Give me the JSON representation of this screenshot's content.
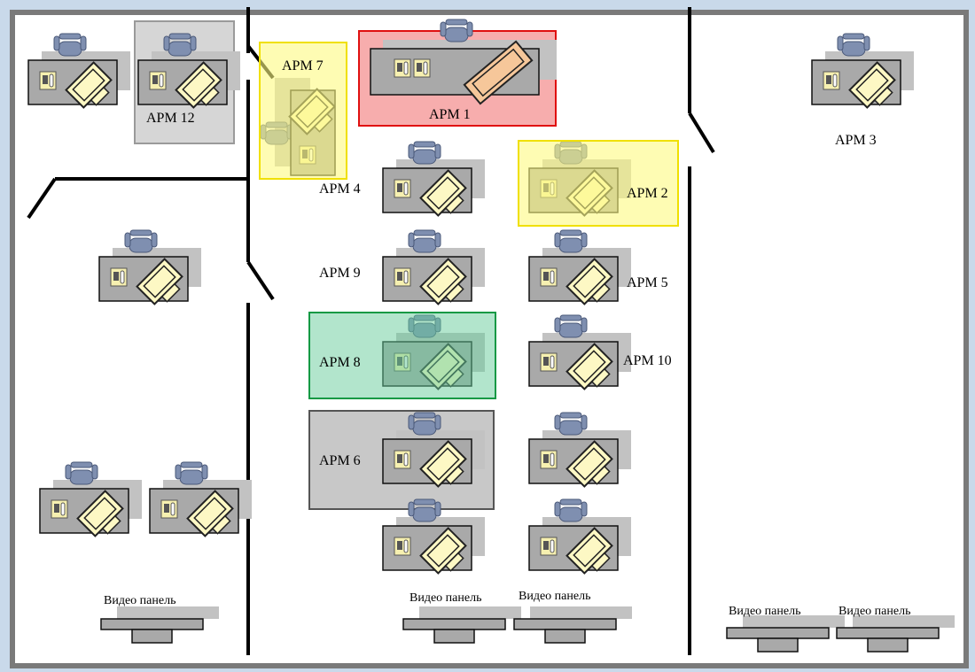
{
  "colors": {
    "background": "#c9d9ea",
    "floor": "#ffffff",
    "wall": "#000000",
    "outer_border": "#7a7a7a",
    "desk": "#a9a9a9",
    "desk_shadow": "#c2c2c2",
    "chair": "#7f8fb0",
    "monitor": "#fdf8c4",
    "phone": "#f6f0b0",
    "highlight_red": "#f06a6a",
    "highlight_yellow": "#fdfa80",
    "highlight_green": "#66cc99",
    "highlight_gray": "#b5b5b5"
  },
  "workstations": {
    "arm1": "АРМ 1",
    "arm2": "АРМ 2",
    "arm3": "АРМ 3",
    "arm4": "АРМ 4",
    "arm5": "АРМ 5",
    "arm6": "АРМ 6",
    "arm7": "АРМ 7",
    "arm8": "АРМ 8",
    "arm9": "АРМ 9",
    "arm10": "АРМ 10",
    "arm12": "АРМ 12"
  },
  "video_panels": {
    "panel1": "Видео панель",
    "panel2": "Видео панель",
    "panel3": "Видео панель",
    "panel4": "Видео панель",
    "panel5": "Видео панель"
  }
}
